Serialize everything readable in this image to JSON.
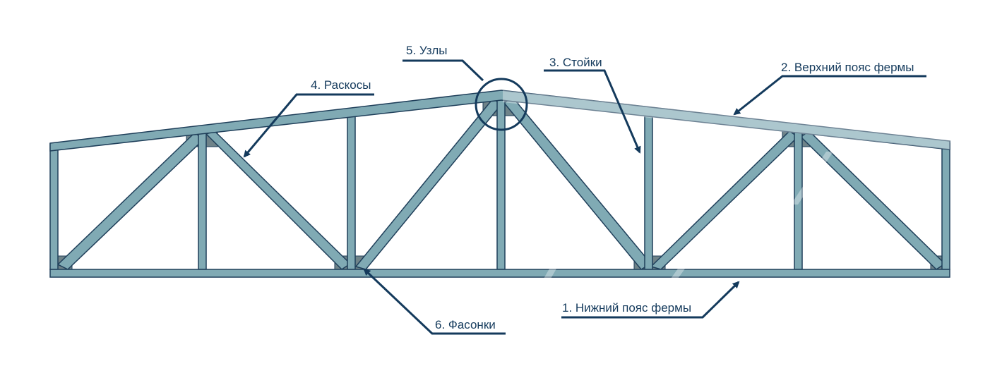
{
  "title": "Truss structure elements",
  "labels": {
    "bottom_chord": "1. Нижний пояс фермы",
    "top_chord": "2. Верхний пояс фермы",
    "posts": "3. Стойки",
    "braces": "4. Раскосы",
    "nodes": "5. Узлы",
    "gussets": "6. Фасонки"
  },
  "colors": {
    "member": "#80aab4",
    "outline": "#1f3f5a",
    "gusset": "#6f8389",
    "label": "#143a5c"
  }
}
